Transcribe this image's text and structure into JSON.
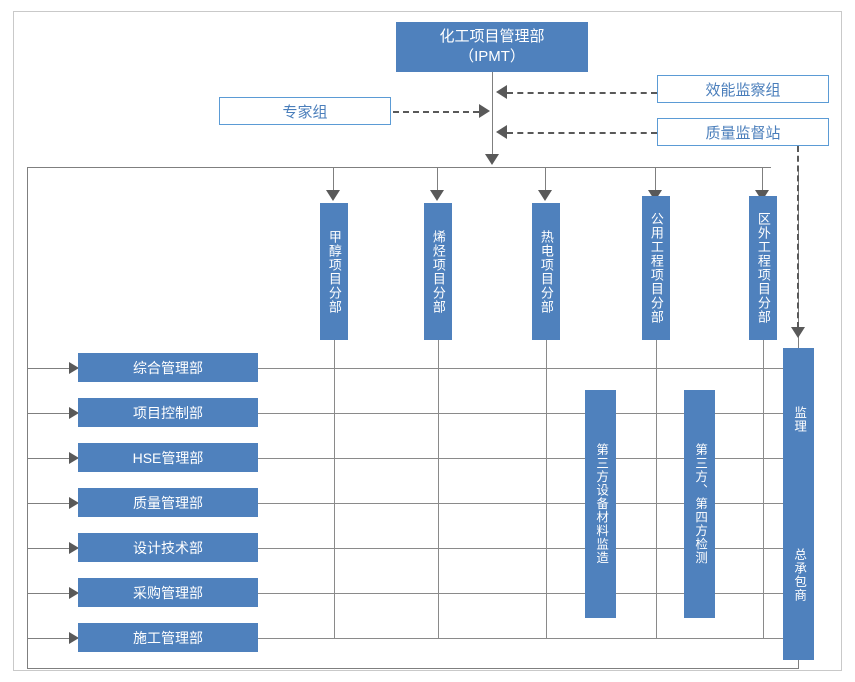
{
  "diagram": {
    "title_box": {
      "line1": "化工项目管理部",
      "line2": "（IPMT）"
    },
    "advisory_left": {
      "label": "专家组"
    },
    "supervision_right": [
      {
        "label": "效能监察组"
      },
      {
        "label": "质量监督站"
      }
    ],
    "project_divisions": [
      {
        "label": "甲醇项目分部"
      },
      {
        "label": "烯烃项目分部"
      },
      {
        "label": "热电项目分部"
      },
      {
        "label": "公用工程项目分部"
      },
      {
        "label": "区外工程项目分部"
      }
    ],
    "departments": [
      {
        "label": "综合管理部"
      },
      {
        "label": "项目控制部"
      },
      {
        "label": "HSE管理部"
      },
      {
        "label": "质量管理部"
      },
      {
        "label": "设计技术部"
      },
      {
        "label": "采购管理部"
      },
      {
        "label": "施工管理部"
      }
    ],
    "third_party": [
      {
        "label": "第三方设备材料监造"
      },
      {
        "label": "第三方、第四方检测"
      }
    ],
    "contractor_column": {
      "supervisor_label": "监理",
      "general_contractor_label": "总承包商"
    },
    "colors": {
      "fill_blue": "#4f81bd",
      "outline_blue": "#5b9bd5",
      "outline_text": "#4a7ebb",
      "line_gray": "#7f7f7f",
      "frame_gray": "#c9c9c9",
      "white": "#ffffff"
    }
  }
}
